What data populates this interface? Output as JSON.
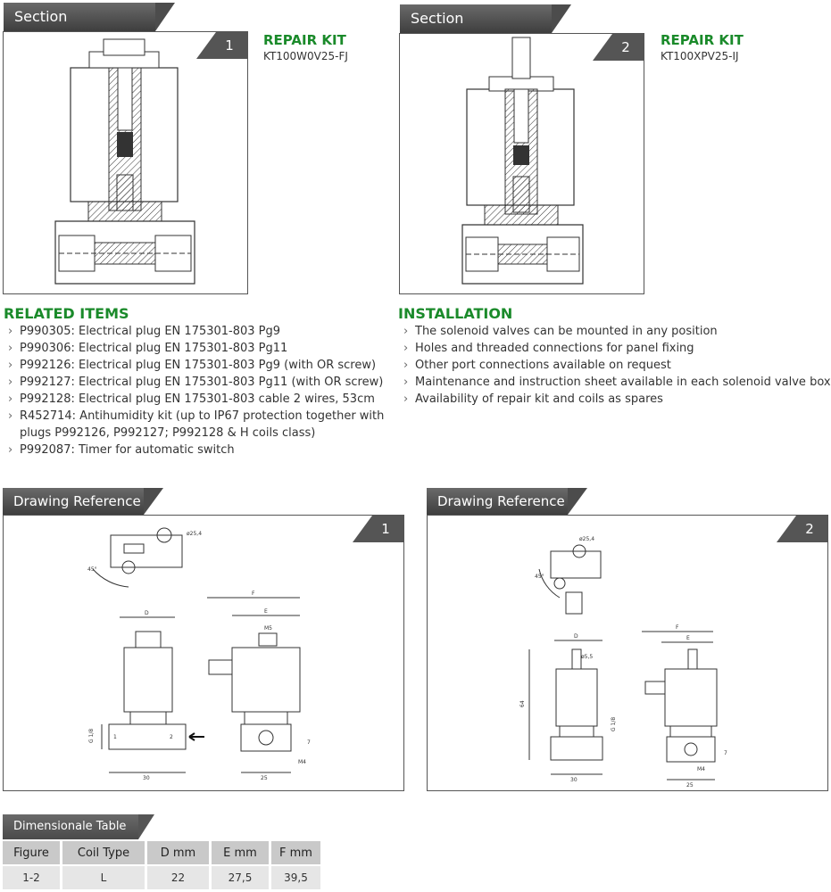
{
  "section": [
    {
      "tab": "Section",
      "number": "1",
      "kit_title": "REPAIR KIT",
      "kit_code": "KT100W0V25-FJ"
    },
    {
      "tab": "Section",
      "number": "2",
      "kit_title": "REPAIR KIT",
      "kit_code": "KT100XPV25-IJ"
    }
  ],
  "related": {
    "title": "RELATED ITEMS",
    "items": [
      "P990305: Electrical plug EN 175301-803 Pg9",
      "P990306: Electrical plug EN 175301-803 Pg11",
      "P992126: Electrical plug EN 175301-803 Pg9 (with OR screw)",
      "P992127: Electrical plug EN 175301-803 Pg11 (with OR screw)",
      "P992128: Electrical plug EN 175301-803 cable 2 wires, 53cm",
      "R452714: Antihumidity kit (up to IP67 protection together with plugs P992126, P992127; P992128 & H coils class)",
      "P992087: Timer for automatic switch"
    ]
  },
  "installation": {
    "title": "INSTALLATION",
    "items": [
      "The solenoid valves can be mounted in any position",
      "Holes and threaded connections for panel fixing",
      "Other port connections available on request",
      "Maintenance and instruction sheet available in each solenoid valve box",
      "Availability of repair kit and coils as spares"
    ]
  },
  "drawing": [
    {
      "tab": "Drawing Reference",
      "number": "1",
      "labels": {
        "angle": "45°",
        "dia": "ø25,4",
        "D": "D",
        "E": "E",
        "F": "F",
        "M5": "M5",
        "G": "G 1/8",
        "p1": "1",
        "p2": "2",
        "w30": "30",
        "w25": "25",
        "h7": "7",
        "M4": "M4"
      }
    },
    {
      "tab": "Drawing Reference",
      "number": "2",
      "labels": {
        "angle": "45°",
        "dia": "ø25,4",
        "D": "D",
        "E": "E",
        "F": "F",
        "d55": "ø5,5",
        "h64": "64",
        "G": "G 1/8",
        "w30": "30",
        "w25": "25",
        "h7": "7",
        "M4": "M4"
      }
    }
  ],
  "table": {
    "title": "Dimensionale Table",
    "headers": [
      "Figure",
      "Coil Type",
      "D mm",
      "E mm",
      "F mm"
    ],
    "rows": [
      [
        "1-2",
        "L",
        "22",
        "27,5",
        "39,5"
      ]
    ]
  }
}
